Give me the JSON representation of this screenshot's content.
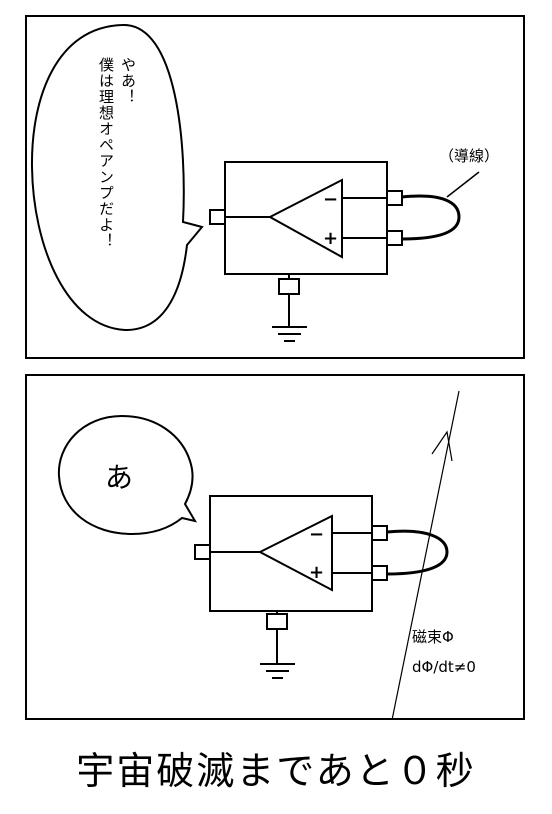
{
  "panel1": {
    "speech_lines": [
      "やあ！",
      "僕は理想オペアンプだよ！"
    ],
    "wire_label": "（導線）",
    "opamp": {
      "minus": "−",
      "plus": "+"
    }
  },
  "panel2": {
    "speech": "あ",
    "opamp": {
      "minus": "−",
      "plus": "+"
    },
    "flux_label": "磁束Φ",
    "flux_eq": "dΦ/dt≠0"
  },
  "caption": "宇宙破滅まであと０秒",
  "colors": {
    "ink": "#000000",
    "paper": "#ffffff"
  }
}
